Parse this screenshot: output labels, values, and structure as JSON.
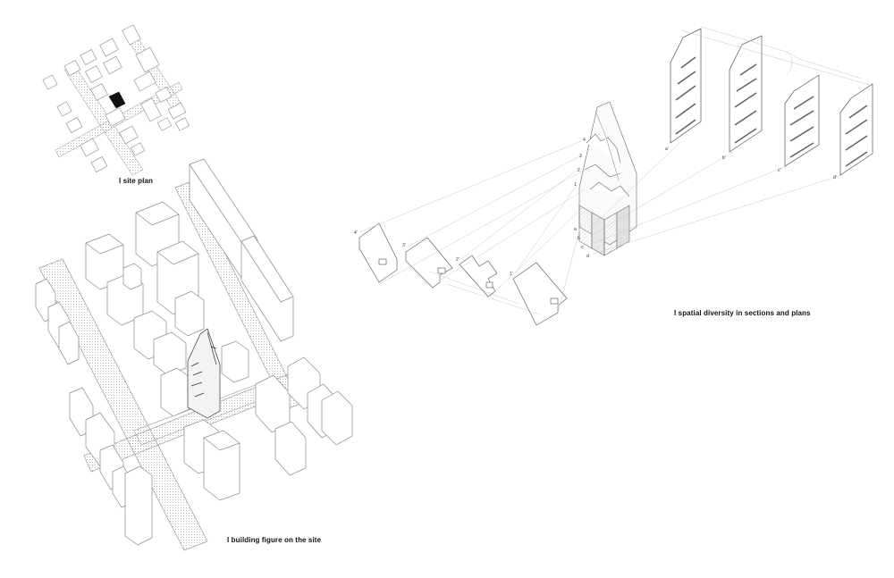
{
  "captions": {
    "site_plan": "I site plan",
    "building_figure": "I building figure on the site",
    "spatial_diversity": "I spatial diversity in sections and plans"
  },
  "plan_tags": [
    "4'",
    "3'",
    "2'",
    "1'"
  ],
  "section_tags": [
    "a'",
    "b'",
    "c'",
    "d'"
  ],
  "level_tags": [
    "4",
    "3",
    "2",
    "1"
  ],
  "section_letters": [
    "a",
    "b",
    "c",
    "d"
  ],
  "colors": {
    "line": "#8a8a8a",
    "dark": "#555555",
    "highlight": "#111111",
    "hatch": "#bdbdbd"
  }
}
